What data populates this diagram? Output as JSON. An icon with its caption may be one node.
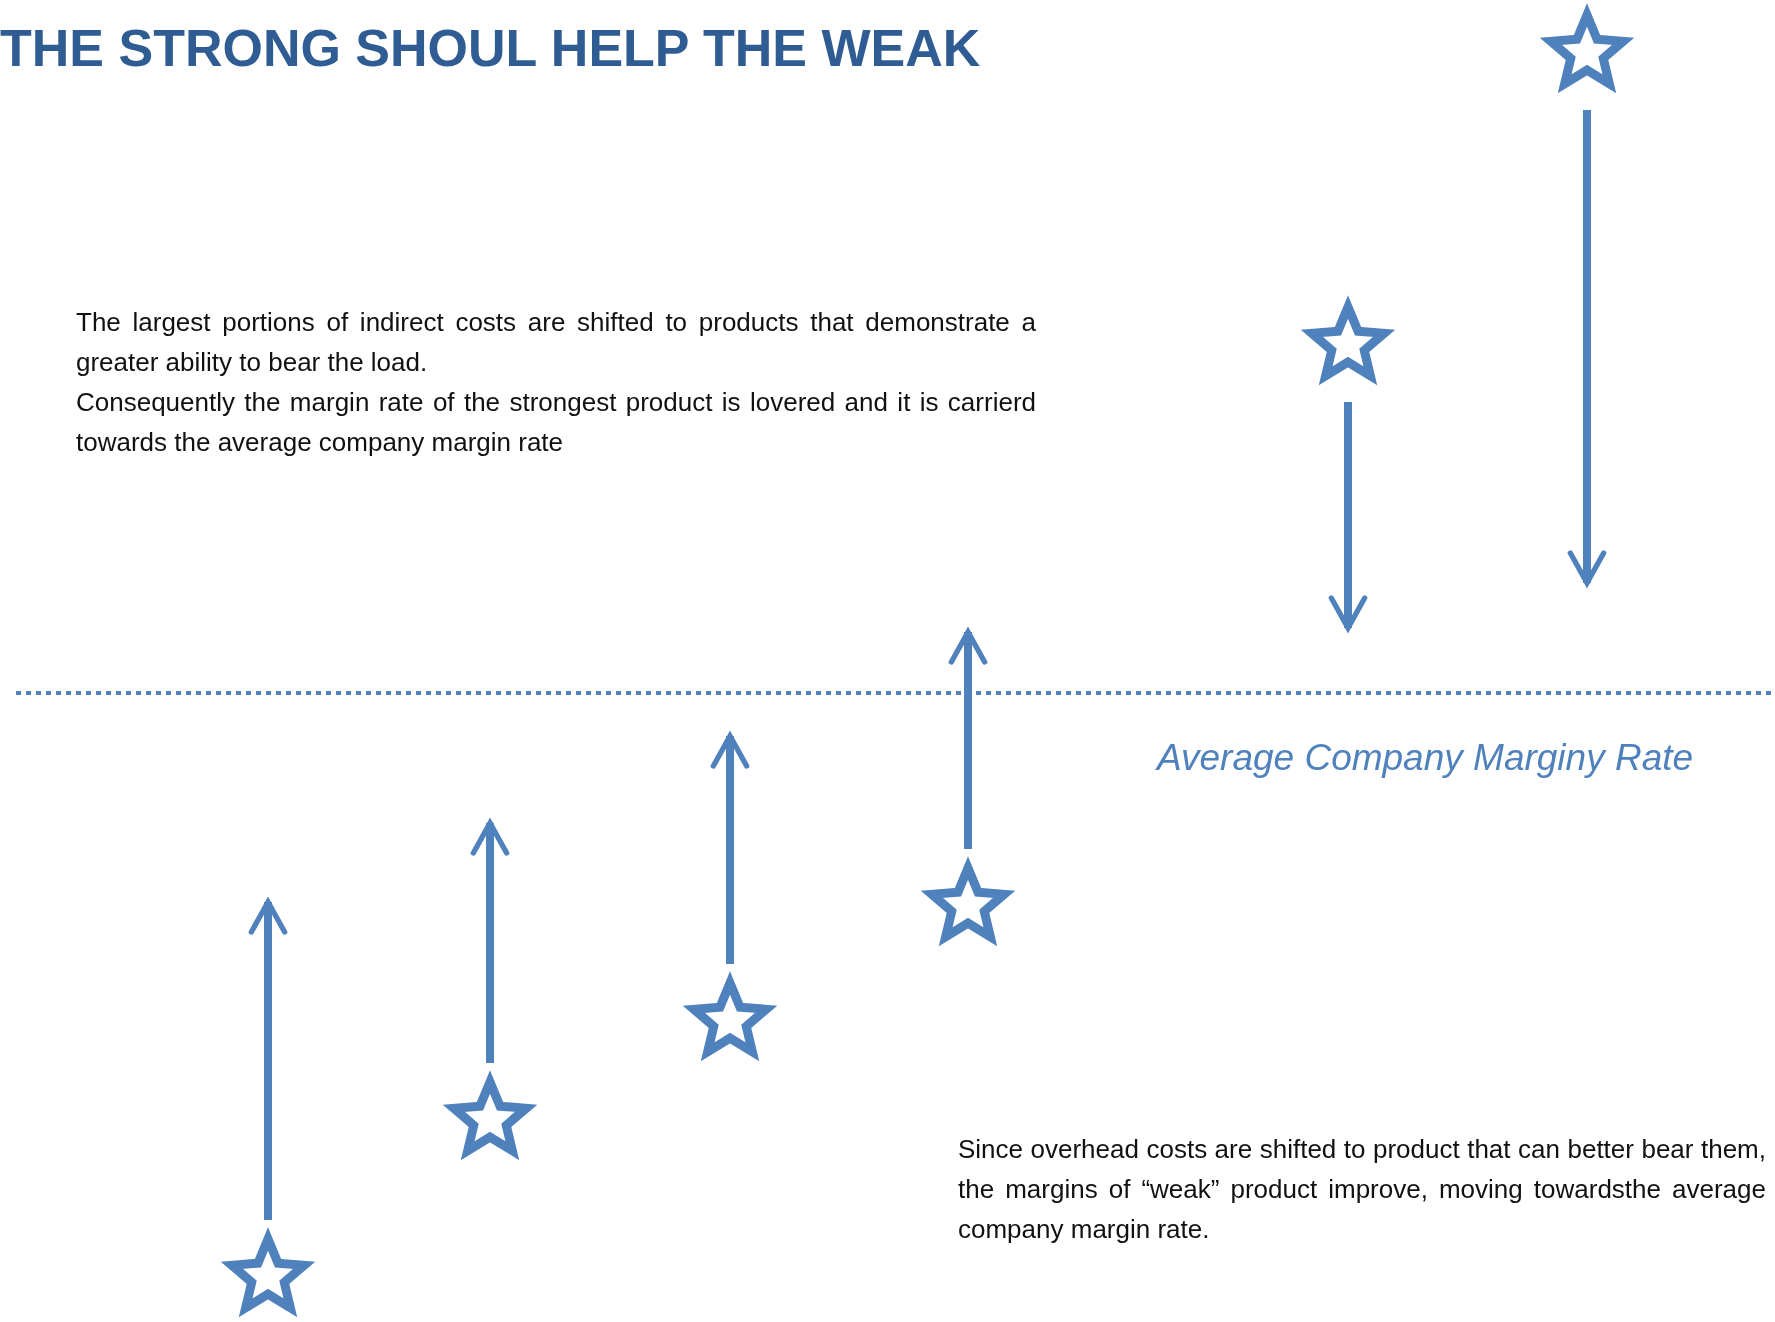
{
  "diagram": {
    "title": "THE STRONG SHOUL HELP THE WEAK",
    "nodes": [
      {
        "text": [],
        "shape": "star"
      },
      {
        "text": [],
        "shape": "star"
      },
      {
        "text": [],
        "shape": "star"
      },
      {
        "text": [],
        "shape": "star"
      },
      {
        "text": [],
        "shape": "star"
      },
      {
        "text": [],
        "shape": "star"
      }
    ],
    "edges": [
      {
        "from": 0,
        "to": null,
        "arrow": "to"
      },
      {
        "from": 1,
        "to": null,
        "arrow": "to"
      },
      {
        "from": 2,
        "to": null,
        "arrow": "to"
      },
      {
        "from": 3,
        "to": null,
        "arrow": "to"
      },
      {
        "from": 4,
        "to": null,
        "arrow": "to"
      },
      {
        "from": 5,
        "to": null,
        "arrow": "to"
      }
    ],
    "labels": [
      "The largest portions of indirect costs are shifted to products that demonstrate a greater ability to bear the load.",
      "Consequently the margin rate of the strongest product is lovered and it is carrierd towards the average company margin rate",
      "Average Company Marginy Rate",
      "Since overhead costs are shifted to product that can better bear them, the margins of “weak” product improve, moving towardsthe average company margin rate."
    ]
  }
}
